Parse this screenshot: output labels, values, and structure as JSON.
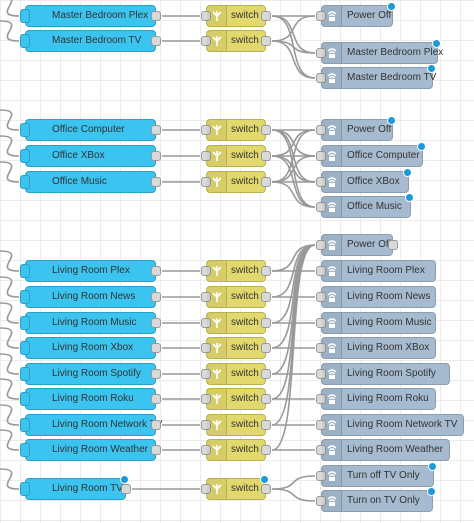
{
  "colors": {
    "inject": "#3ac4ef",
    "switch": "#e2d96e",
    "ir_output": "#a6bbcf",
    "status_badge": "#1a9ad9",
    "wire": "#999999"
  },
  "flow": {
    "inject_nodes": [
      {
        "label": "Master Bedroom Plex"
      },
      {
        "label": "Master Bedroom TV"
      },
      {
        "label": "Office Computer"
      },
      {
        "label": "Office XBox"
      },
      {
        "label": "Office Music"
      },
      {
        "label": "Living Room Plex"
      },
      {
        "label": "Living Room News"
      },
      {
        "label": "Living Room Music"
      },
      {
        "label": "Living Room Xbox"
      },
      {
        "label": "Living Room Spotify"
      },
      {
        "label": "Living Room Roku"
      },
      {
        "label": "Living Room Network TV"
      },
      {
        "label": "Living Room Weather"
      },
      {
        "label": "Living Room TV",
        "badge": true
      }
    ],
    "switch_nodes": [
      {
        "label": "switch"
      },
      {
        "label": "switch"
      },
      {
        "label": "switch"
      },
      {
        "label": "switch"
      },
      {
        "label": "switch"
      },
      {
        "label": "switch"
      },
      {
        "label": "switch"
      },
      {
        "label": "switch"
      },
      {
        "label": "switch"
      },
      {
        "label": "switch"
      },
      {
        "label": "switch"
      },
      {
        "label": "switch"
      },
      {
        "label": "switch"
      },
      {
        "label": "switch",
        "badge": true
      }
    ],
    "ir_nodes": [
      {
        "label": "Power Off",
        "badge": true
      },
      {
        "label": "Master Bedroom Plex",
        "badge": true
      },
      {
        "label": "Master Bedroom TV",
        "badge": true
      },
      {
        "label": "Power Off",
        "badge": true
      },
      {
        "label": "Office Computer",
        "badge": true
      },
      {
        "label": "Office XBox",
        "badge": true
      },
      {
        "label": "Office Music",
        "badge": true
      },
      {
        "label": "Power Off",
        "badge": false
      },
      {
        "label": "Living Room Plex",
        "badge": false
      },
      {
        "label": "Living Room News",
        "badge": false
      },
      {
        "label": "Living Room Music",
        "badge": false
      },
      {
        "label": "Living Room XBox",
        "badge": false
      },
      {
        "label": "Living Room Spotify",
        "badge": false
      },
      {
        "label": "Living Room Roku",
        "badge": false
      },
      {
        "label": "Living Room Network TV",
        "badge": false
      },
      {
        "label": "Living Room Weather",
        "badge": false
      },
      {
        "label": "Turn off TV Only",
        "badge": true
      },
      {
        "label": "Turn on TV Only",
        "badge": true
      }
    ]
  }
}
